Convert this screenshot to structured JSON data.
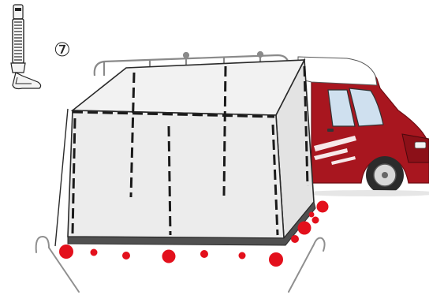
{
  "step": {
    "number": "⑦"
  },
  "colors": {
    "tent_fill": "#e9e9e9",
    "tent_roof": "#f2f2f2",
    "tent_edge": "#2a2a2a",
    "ground_strip": "#505050",
    "zip_line": "#1a1a1a",
    "vehicle_red": "#a8161f",
    "vehicle_white": "#ffffff",
    "anchor_dot": "#e3101c",
    "peg": "#9a9a9a"
  },
  "icons": {
    "zipper": "zipper-pull-icon",
    "pegs": "tent-peg-icon",
    "anchors": "peg-point-marker-icon"
  },
  "figure": {
    "subject": "awning-annex-tent",
    "vehicle": "motorhome",
    "anchor_points_count": 12,
    "pegs_count": 2
  }
}
